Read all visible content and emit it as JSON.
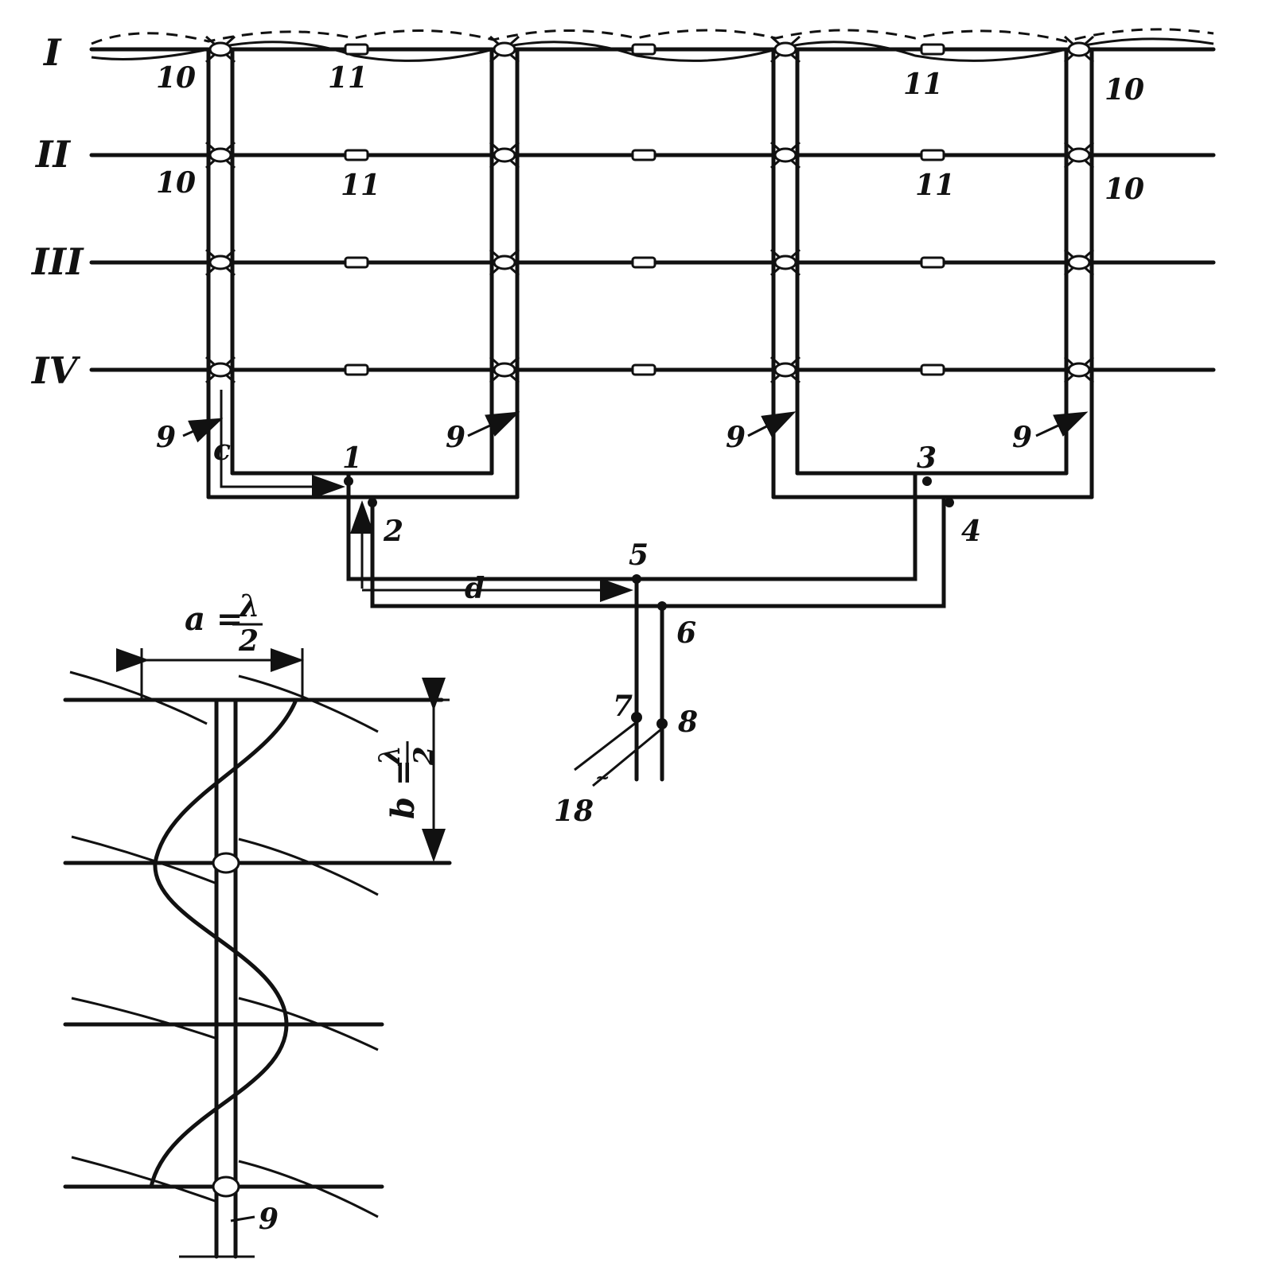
{
  "rows": [
    "I",
    "II",
    "III",
    "IV"
  ],
  "labels": {
    "l10": "10",
    "l11": "11",
    "l9": "9",
    "c": "c",
    "d": "d",
    "n1": "1",
    "n2": "2",
    "n3": "3",
    "n4": "4",
    "n5": "5",
    "n6": "6",
    "n7": "7",
    "n8": "8",
    "n18": "18",
    "a_lhs": "a =",
    "b_lhs": "b =",
    "lambda": "λ",
    "two": "2",
    "tilde": "~"
  }
}
